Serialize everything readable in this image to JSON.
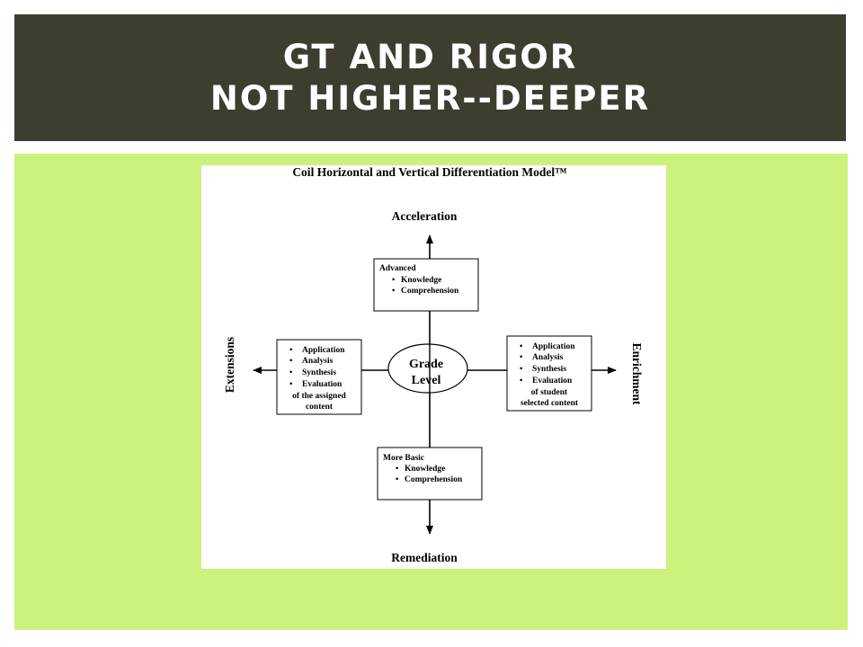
{
  "slide": {
    "title_line1": "GT AND RIGOR",
    "title_line2": "NOT HIGHER--DEEPER"
  },
  "diagram": {
    "title": "Coil Horizontal and Vertical Differentiation Model™",
    "axes": {
      "top": "Acceleration",
      "bottom": "Remediation",
      "left": "Extensions",
      "right": "Enrichment"
    },
    "center": {
      "line1": "Grade",
      "line2": "Level"
    },
    "boxes": {
      "top": {
        "heading": "Advanced",
        "bullets": [
          "Knowledge",
          "Comprehension"
        ]
      },
      "bottom": {
        "heading": "More Basic",
        "bullets": [
          "Knowledge",
          "Comprehension"
        ]
      },
      "left": {
        "bullets": [
          "Application",
          "Analysis",
          "Synthesis",
          "Evaluation"
        ],
        "footer1": "of the assigned",
        "footer2": "content"
      },
      "right": {
        "bullets": [
          "Application",
          "Analysis",
          "Synthesis",
          "Evaluation"
        ],
        "footer1": "of student",
        "footer2": "selected content"
      }
    },
    "bullet_char": "•"
  },
  "colors": {
    "title_bg": "#3f3c30",
    "content_bg": "#ccf27d",
    "diagram_bg": "#ffffff"
  }
}
